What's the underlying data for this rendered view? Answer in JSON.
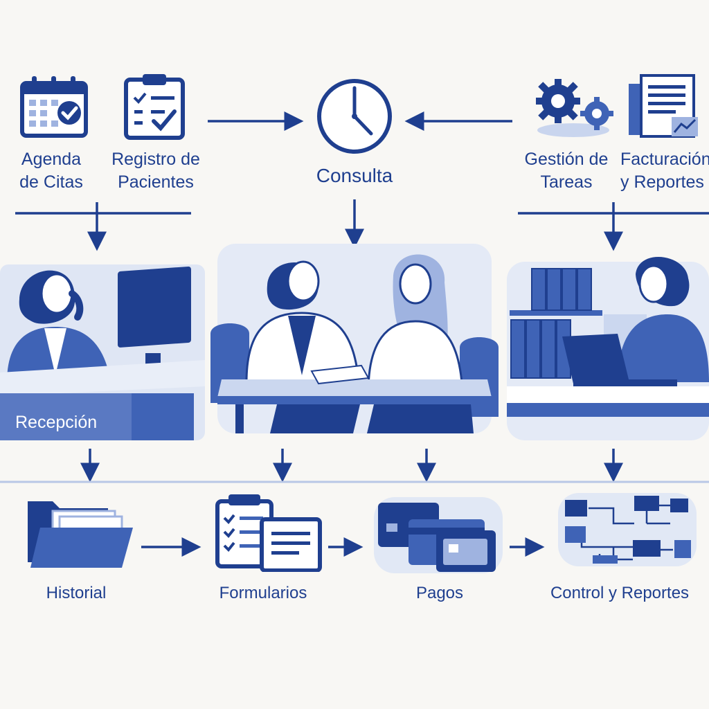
{
  "top": {
    "agenda": {
      "line1": "Agenda",
      "line2": "de Citas"
    },
    "registro": {
      "line1": "Registro de",
      "line2": "Pacientes"
    },
    "consulta": "Consulta",
    "gestion": {
      "line1": "Gestión de",
      "line2": "Tareas"
    },
    "facturacion": {
      "line1": "Facturación",
      "line2": "y Reportes"
    }
  },
  "scenes": {
    "reception_sign": "Recepción"
  },
  "bottom": {
    "historial": "Historial",
    "formularios": "Formularios",
    "pagos": "Pagos",
    "control": "Control y Reportes"
  },
  "colors": {
    "primary": "#1f3f8f",
    "mid": "#3f63b6",
    "light": "#d6e0f3",
    "bg": "#f8f7f4"
  }
}
